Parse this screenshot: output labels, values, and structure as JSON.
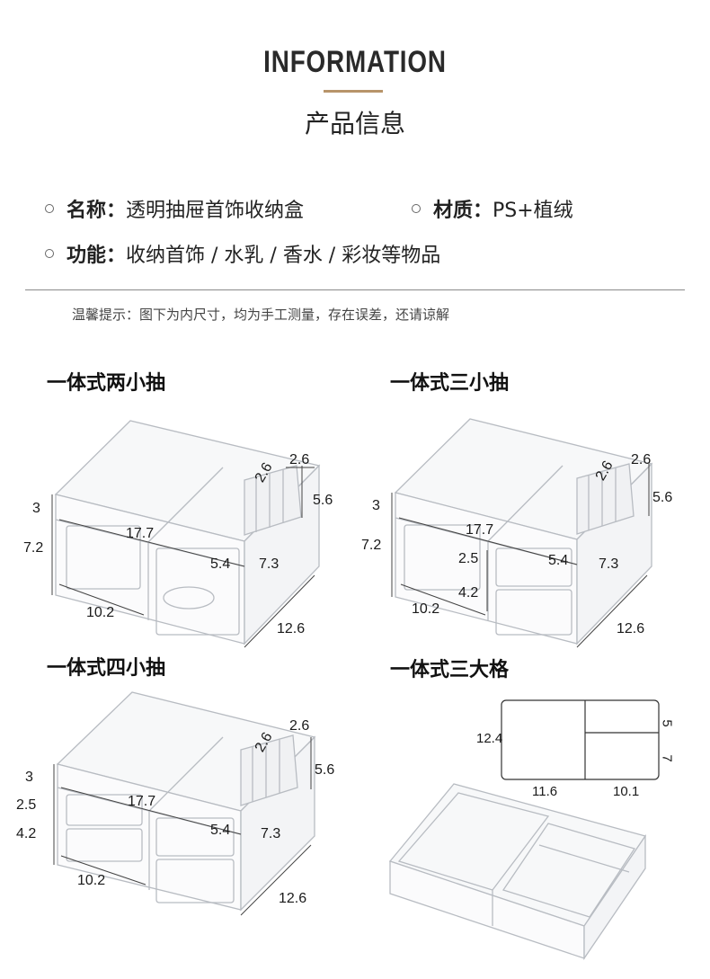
{
  "header": {
    "title_en": "INFORMATION",
    "title_cn": "产品信息"
  },
  "info": {
    "name_key": "名称：",
    "name_val": "透明抽屉首饰收纳盒",
    "material_key": "材质：",
    "material_val": "PS+植绒",
    "function_key": "功能：",
    "function_val": "收纳首饰 / 水乳 / 香水 / 彩妆等物品"
  },
  "tip": "温馨提示：图下为内尺寸，均为手工测量，存在误差，还请谅解",
  "products": [
    {
      "title": "一体式两小抽",
      "dims": {
        "h_top": "3",
        "h_main": "7.2",
        "len": "17.7",
        "inner_w": "5.4",
        "inner_d": "7.3",
        "slot_a": "2.6",
        "slot_b": "2.6",
        "slot_h": "5.6",
        "front_w": "10.2",
        "depth": "12.6"
      }
    },
    {
      "title": "一体式三小抽",
      "dims": {
        "h_top": "3",
        "h_main": "7.2",
        "len": "17.7",
        "d1": "2.5",
        "d2": "4.2",
        "inner_w": "5.4",
        "inner_d": "7.3",
        "slot_a": "2.6",
        "slot_b": "2.6",
        "slot_h": "5.6",
        "front_w": "10.2",
        "depth": "12.6"
      }
    },
    {
      "title": "一体式四小抽",
      "dims": {
        "h_top": "3",
        "d1": "2.5",
        "d2": "4.2",
        "len": "17.7",
        "inner_w": "5.4",
        "inner_d": "7.3",
        "slot_a": "2.6",
        "slot_b": "2.6",
        "slot_h": "5.6",
        "front_w": "10.2",
        "depth": "12.6"
      }
    },
    {
      "title": "一体式三大格",
      "dims": {
        "height": "12.4",
        "w_left": "11.6",
        "w_right": "10.1",
        "h_upper": "5",
        "h_lower": "7"
      }
    }
  ]
}
